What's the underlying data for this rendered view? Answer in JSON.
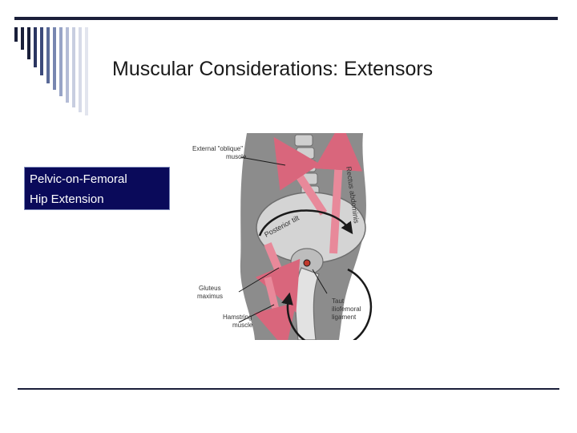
{
  "slide": {
    "title": "Muscular Considerations: Extensors",
    "label_lines": [
      "Pelvic-on-Femoral",
      "Hip Extension"
    ]
  },
  "figure": {
    "labels": {
      "external_oblique_1": "External \"oblique\"",
      "external_oblique_2": "muscle",
      "rectus_abdominis": "Rectus abdominis",
      "posterior_tilt": "Posterior tilt",
      "gluteus_1": "Gluteus",
      "gluteus_2": "maximus",
      "hamstring_1": "Hamstring",
      "hamstring_2": "muscle",
      "taut_1": "Taut",
      "taut_2": "iliofemoral",
      "taut_3": "ligament"
    }
  },
  "colors": {
    "rule": "#1a1f3a",
    "label_box_bg": "#0a0a5a",
    "muscle_arrow": "#e8899a",
    "body_gray": "#8c8c8c"
  }
}
